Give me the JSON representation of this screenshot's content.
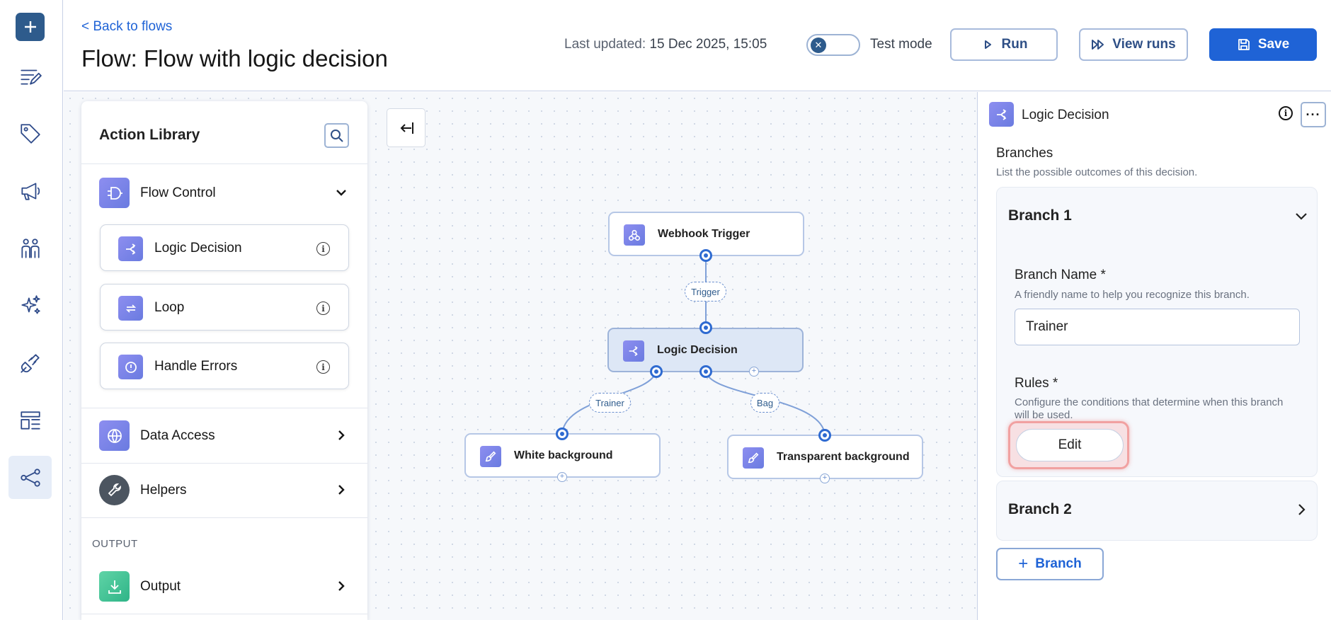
{
  "sidebar": {
    "items": [
      {
        "name": "sidebar-item-add"
      },
      {
        "name": "sidebar-item-tasks"
      },
      {
        "name": "sidebar-item-tags"
      },
      {
        "name": "sidebar-item-campaigns"
      },
      {
        "name": "sidebar-item-people"
      },
      {
        "name": "sidebar-item-ai"
      },
      {
        "name": "sidebar-item-integrations"
      },
      {
        "name": "sidebar-item-layouts"
      },
      {
        "name": "sidebar-item-flows",
        "active": true
      }
    ]
  },
  "header": {
    "back_label": "< Back to flows",
    "title_prefix": "Flow:",
    "title_name": "Flow with logic decision",
    "updated_label": "Last updated:",
    "updated_value": "15 Dec 2025, 15:05",
    "test_mode_label": "Test mode",
    "test_mode_on": false,
    "run_label": "Run",
    "view_runs_label": "View runs",
    "save_label": "Save"
  },
  "library": {
    "title": "Action Library",
    "flow_control": {
      "label": "Flow Control",
      "items": [
        {
          "label": "Logic Decision"
        },
        {
          "label": "Loop"
        },
        {
          "label": "Handle Errors"
        }
      ]
    },
    "categories": [
      {
        "label": "Data Access"
      },
      {
        "label": "Helpers"
      }
    ],
    "output_section_label": "OUTPUT",
    "output": {
      "label": "Output"
    }
  },
  "canvas": {
    "nodes": {
      "webhook": "Webhook Trigger",
      "logic": "Logic Decision",
      "white": "White background",
      "transparent": "Transparent background"
    },
    "edge_labels": {
      "trigger": "Trigger",
      "trainer": "Trainer",
      "bag": "Bag"
    }
  },
  "panel": {
    "title": "Logic Decision",
    "branches_heading": "Branches",
    "branches_help": "List the possible outcomes of this decision.",
    "branch1": {
      "title": "Branch 1",
      "name_label": "Branch Name *",
      "name_help": "A friendly name to help you recognize this branch.",
      "name_value": "Trainer",
      "rules_label": "Rules *",
      "rules_help": "Configure the conditions that determine when this branch will be used.",
      "edit_label": "Edit"
    },
    "branch2": {
      "title": "Branch 2"
    },
    "add_branch_label": "Branch"
  },
  "colors": {
    "primary": "#1f63d6",
    "sidebar_accent": "#2e5b8c",
    "node_icon": "#7b85e8",
    "highlight": "#f1a1a1"
  }
}
